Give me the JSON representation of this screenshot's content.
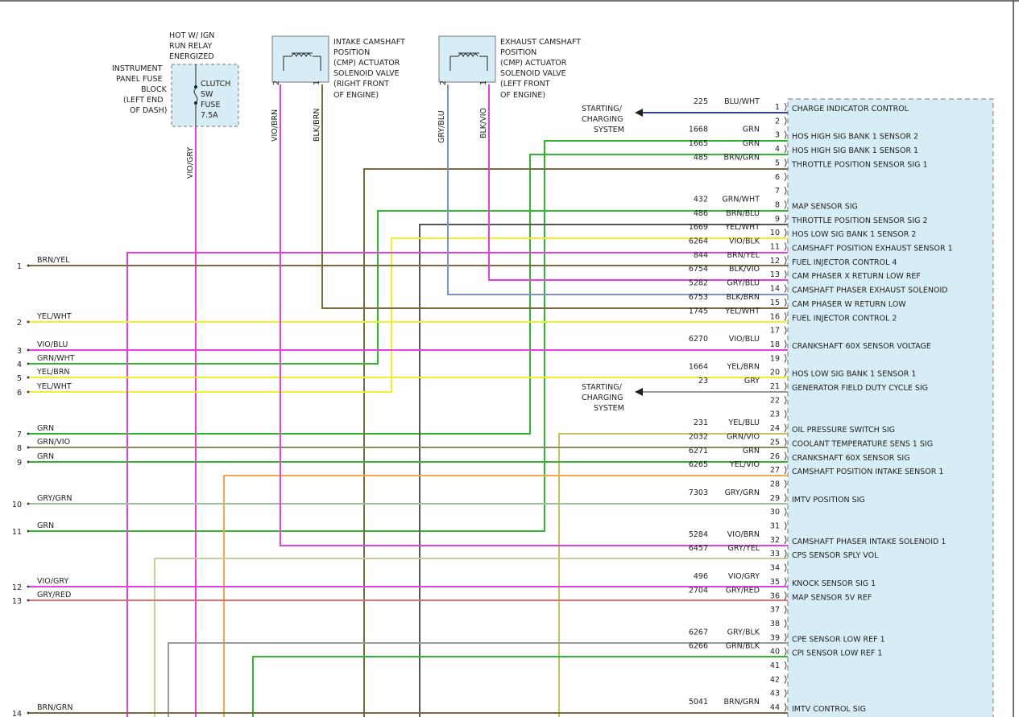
{
  "fuse_block": {
    "supply_label": [
      "HOT W/ IGN",
      "RUN RELAY",
      "ENERGIZED"
    ],
    "block_label": [
      "INSTRUMENT",
      "PANEL FUSE",
      "BLOCK",
      "(LEFT END",
      "OF DASH)"
    ],
    "fuse_label": [
      "CLUTCH",
      "SW",
      "FUSE",
      "7.5A"
    ],
    "wire": "VIO/GRY"
  },
  "intake_solenoid": {
    "label": [
      "INTAKE CAMSHAFT",
      "POSITION",
      "(CMP) ACTUATOR",
      "SOLENOID VALVE",
      "(RIGHT FRONT",
      "OF ENGINE)"
    ],
    "pin2": "2",
    "pin1": "1",
    "wire2": "VIO/BRN",
    "wire1": "BLK/BRN"
  },
  "exhaust_solenoid": {
    "label": [
      "EXHAUST CAMSHAFT",
      "POSITION",
      "(CMP) ACTUATOR",
      "SOLENOID VALVE",
      "(LEFT FRONT",
      "OF ENGINE)"
    ],
    "pin2": "2",
    "pin1": "1",
    "wire2": "GRY/BLU",
    "wire1": "BLK/VIO"
  },
  "starting_system": [
    "STARTING/",
    "CHARGING",
    "SYSTEM"
  ],
  "colors": {
    "VIO": "#e83ce8",
    "GRN": "#2eb82e",
    "YEL": "#f2ee2a",
    "BRN": "#7a6a3c",
    "BLU": "#2a3fc0",
    "GRY": "#9a9a9a",
    "BLK": "#555555",
    "ORG": "#f5a64a",
    "RED": "#e07070",
    "YELBLU": "#c8c060",
    "GRYYEL": "#cccc99",
    "GRYBLU": "#8090d8",
    "GRYGRN": "#9cc49c",
    "GRNVIO": "#8c8c5c",
    "DGRN": "#2a7a2a",
    "BOX": "#d6edf5"
  },
  "connector_pins": [
    {
      "pin": "1",
      "circuit": "225",
      "color": "BLU/WHT",
      "label": "CHARGE INDICATOR CONTROL"
    },
    {
      "pin": "2",
      "circuit": "",
      "color": "",
      "label": ""
    },
    {
      "pin": "3",
      "circuit": "1668",
      "color": "GRN",
      "label": "HOS HIGH SIG BANK 1 SENSOR 2"
    },
    {
      "pin": "4",
      "circuit": "1665",
      "color": "GRN",
      "label": "HOS HIGH SIG BANK 1 SENSOR 1"
    },
    {
      "pin": "5",
      "circuit": "485",
      "color": "BRN/GRN",
      "label": "THROTTLE POSITION SENSOR SIG 1"
    },
    {
      "pin": "6",
      "circuit": "",
      "color": "",
      "label": ""
    },
    {
      "pin": "7",
      "circuit": "",
      "color": "",
      "label": ""
    },
    {
      "pin": "8",
      "circuit": "432",
      "color": "GRN/WHT",
      "label": "MAP SENSOR SIG"
    },
    {
      "pin": "9",
      "circuit": "486",
      "color": "BRN/BLU",
      "label": "THROTTLE POSITION SENSOR SIG 2"
    },
    {
      "pin": "10",
      "circuit": "1669",
      "color": "YEL/WHT",
      "label": "HOS LOW SIG BANK 1 SENSOR 2"
    },
    {
      "pin": "11",
      "circuit": "6264",
      "color": "VIO/BLK",
      "label": "CAMSHAFT POSITION EXHAUST SENSOR 1"
    },
    {
      "pin": "12",
      "circuit": "844",
      "color": "BRN/YEL",
      "label": "FUEL INJECTOR CONTROL 4"
    },
    {
      "pin": "13",
      "circuit": "6754",
      "color": "BLK/VIO",
      "label": "CAM PHASER X RETURN LOW REF"
    },
    {
      "pin": "14",
      "circuit": "5282",
      "color": "GRY/BLU",
      "label": "CAMSHAFT PHASER EXHAUST SOLENOID"
    },
    {
      "pin": "15",
      "circuit": "6753",
      "color": "BLK/BRN",
      "label": "CAM PHASER W RETURN LOW"
    },
    {
      "pin": "16",
      "circuit": "1745",
      "color": "YEL/WHT",
      "label": "FUEL INJECTOR CONTROL 2"
    },
    {
      "pin": "17",
      "circuit": "",
      "color": "",
      "label": ""
    },
    {
      "pin": "18",
      "circuit": "6270",
      "color": "VIO/BLU",
      "label": "CRANKSHAFT 60X SENSOR VOLTAGE"
    },
    {
      "pin": "19",
      "circuit": "",
      "color": "",
      "label": ""
    },
    {
      "pin": "20",
      "circuit": "1664",
      "color": "YEL/BRN",
      "label": "HOS LOW SIG BANK 1 SENSOR 1"
    },
    {
      "pin": "21",
      "circuit": "23",
      "color": "GRY",
      "label": "GENERATOR FIELD DUTY CYCLE SIG"
    },
    {
      "pin": "22",
      "circuit": "",
      "color": "",
      "label": ""
    },
    {
      "pin": "23",
      "circuit": "",
      "color": "",
      "label": ""
    },
    {
      "pin": "24",
      "circuit": "231",
      "color": "YEL/BLU",
      "label": "OIL PRESSURE SWITCH SIG"
    },
    {
      "pin": "25",
      "circuit": "2032",
      "color": "GRN/VIO",
      "label": "COOLANT TEMPERATURE SENS 1 SIG"
    },
    {
      "pin": "26",
      "circuit": "6271",
      "color": "GRN",
      "label": "CRANKSHAFT 60X SENSOR SIG"
    },
    {
      "pin": "27",
      "circuit": "6265",
      "color": "YEL/VIO",
      "label": "CAMSHAFT POSITION INTAKE SENSOR 1"
    },
    {
      "pin": "28",
      "circuit": "",
      "color": "",
      "label": ""
    },
    {
      "pin": "29",
      "circuit": "7303",
      "color": "GRY/GRN",
      "label": "IMTV POSITION SIG"
    },
    {
      "pin": "30",
      "circuit": "",
      "color": "",
      "label": ""
    },
    {
      "pin": "31",
      "circuit": "",
      "color": "",
      "label": ""
    },
    {
      "pin": "32",
      "circuit": "5284",
      "color": "VIO/BRN",
      "label": "CAMSHAFT PHASER INTAKE SOLENOID 1"
    },
    {
      "pin": "33",
      "circuit": "6457",
      "color": "GRY/YEL",
      "label": "CPS SENSOR SPLY VOL"
    },
    {
      "pin": "34",
      "circuit": "",
      "color": "",
      "label": ""
    },
    {
      "pin": "35",
      "circuit": "496",
      "color": "VIO/GRY",
      "label": "KNOCK SENSOR SIG 1"
    },
    {
      "pin": "36",
      "circuit": "2704",
      "color": "GRY/RED",
      "label": "MAP SENSOR 5V REF"
    },
    {
      "pin": "37",
      "circuit": "",
      "color": "",
      "label": ""
    },
    {
      "pin": "38",
      "circuit": "",
      "color": "",
      "label": ""
    },
    {
      "pin": "39",
      "circuit": "6267",
      "color": "GRY/BLK",
      "label": "CPE SENSOR LOW REF 1"
    },
    {
      "pin": "40",
      "circuit": "6266",
      "color": "GRN/BLK",
      "label": "CPI SENSOR LOW REF 1"
    },
    {
      "pin": "41",
      "circuit": "",
      "color": "",
      "label": ""
    },
    {
      "pin": "42",
      "circuit": "",
      "color": "",
      "label": ""
    },
    {
      "pin": "43",
      "circuit": "",
      "color": "",
      "label": ""
    },
    {
      "pin": "44",
      "circuit": "5041",
      "color": "BRN/GRN",
      "label": "IMTV CONTROL SIG"
    }
  ],
  "left_connections": [
    {
      "num": "1",
      "color": "BRN/YEL"
    },
    {
      "num": "2",
      "color": "YEL/WHT"
    },
    {
      "num": "3",
      "color": "VIO/BLU"
    },
    {
      "num": "4",
      "color": "GRN/WHT"
    },
    {
      "num": "5",
      "color": "YEL/BRN"
    },
    {
      "num": "6",
      "color": "YEL/WHT"
    },
    {
      "num": "7",
      "color": "GRN"
    },
    {
      "num": "8",
      "color": "GRN/VIO"
    },
    {
      "num": "9",
      "color": "GRN"
    },
    {
      "num": "10",
      "color": "GRY/GRN"
    },
    {
      "num": "11",
      "color": "GRN"
    },
    {
      "num": "12",
      "color": "VIO/GRY"
    },
    {
      "num": "13",
      "color": "GRY/RED"
    },
    {
      "num": "14",
      "color": "BRN/GRN"
    }
  ]
}
